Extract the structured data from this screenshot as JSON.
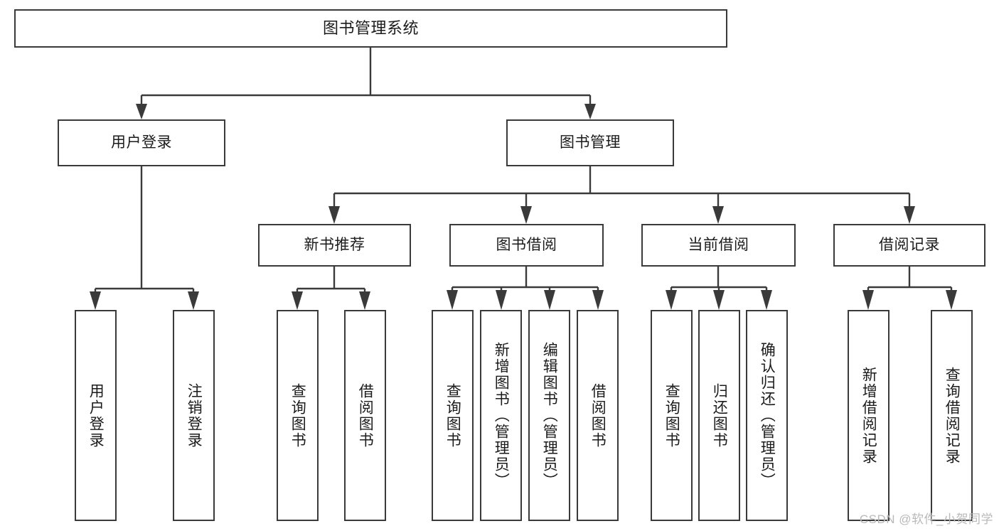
{
  "diagram": {
    "type": "tree",
    "title": "图书管理系统",
    "root": {
      "id": "root",
      "label": "图书管理系统"
    },
    "level2": [
      {
        "id": "user-login",
        "label": "用户登录"
      },
      {
        "id": "book-mgmt",
        "label": "图书管理"
      }
    ],
    "level3": [
      {
        "id": "new-book-rec",
        "label": "新书推荐"
      },
      {
        "id": "book-borrow",
        "label": "图书借阅"
      },
      {
        "id": "current-borrow",
        "label": "当前借阅"
      },
      {
        "id": "borrow-record",
        "label": "借阅记录"
      }
    ],
    "leaves": {
      "user_login": [
        {
          "id": "leaf-user-login",
          "label": "用户登录"
        },
        {
          "id": "leaf-logout",
          "label": "注销登录"
        }
      ],
      "new_book_rec": [
        {
          "id": "leaf-query-book-1",
          "label": "查询图书"
        },
        {
          "id": "leaf-borrow-book-1",
          "label": "借阅图书"
        }
      ],
      "book_borrow": [
        {
          "id": "leaf-query-book-2",
          "label": "查询图书"
        },
        {
          "id": "leaf-add-book",
          "label": "新增图书（管理员）"
        },
        {
          "id": "leaf-edit-book",
          "label": "编辑图书（管理员）"
        },
        {
          "id": "leaf-borrow-book-2",
          "label": "借阅图书"
        }
      ],
      "current_borrow": [
        {
          "id": "leaf-query-book-3",
          "label": "查询图书"
        },
        {
          "id": "leaf-return-book",
          "label": "归还图书"
        },
        {
          "id": "leaf-confirm-return",
          "label": "确认归还（管理员）"
        }
      ],
      "borrow_record": [
        {
          "id": "leaf-add-record",
          "label": "新增借阅记录"
        },
        {
          "id": "leaf-query-record",
          "label": "查询借阅记录"
        }
      ]
    },
    "colors": {
      "stroke": "#3a3a3a",
      "fill": "#ffffff",
      "text": "#1b1b1b",
      "watermark": "#b9b9b9"
    }
  },
  "watermark": {
    "text": "CSDN @软件_小贺同学"
  }
}
